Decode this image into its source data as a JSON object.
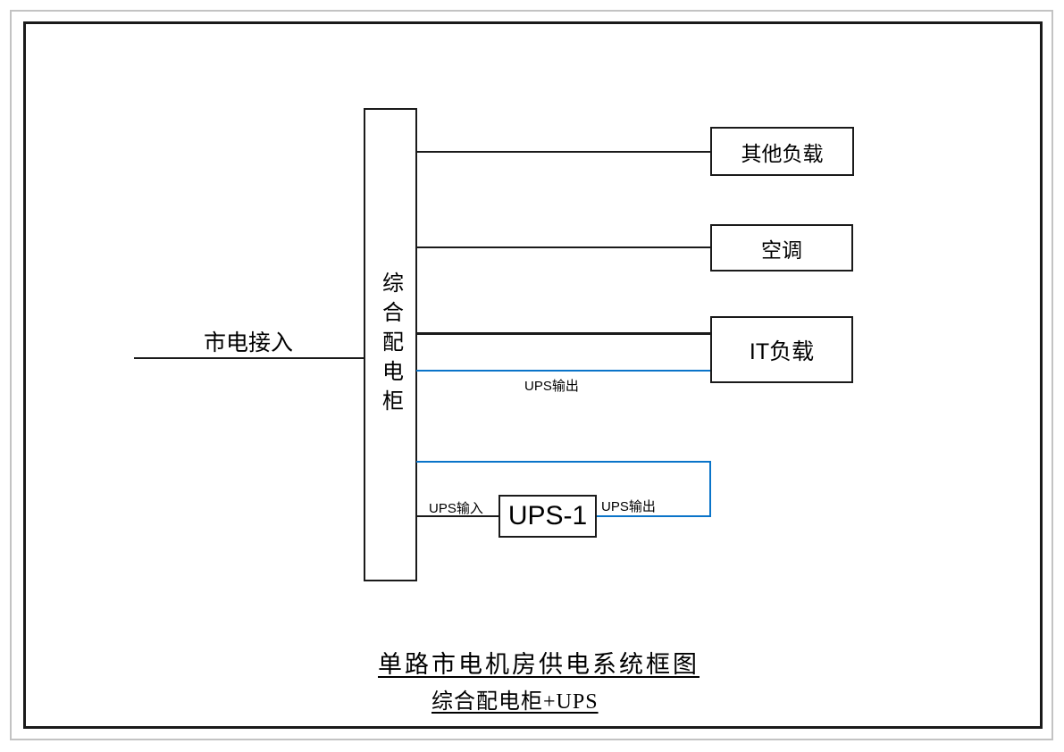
{
  "diagram": {
    "title_line1": "单路市电机房供电系统框图",
    "title_line2": "综合配电柜+UPS",
    "mains_label": "市电接入",
    "cabinet_label": "综合配电柜",
    "loads": [
      {
        "label": "其他负载"
      },
      {
        "label": "空调"
      },
      {
        "label": "IT负载"
      }
    ],
    "ups": {
      "box_label": "UPS-1",
      "input_label": "UPS输入",
      "output_label_to_it": "UPS输出",
      "output_label_loop": "UPS输出"
    },
    "colors": {
      "line_black": "#1a1a1a",
      "line_blue": "#0a74c9",
      "frame_gray": "#c3c3c3"
    }
  }
}
